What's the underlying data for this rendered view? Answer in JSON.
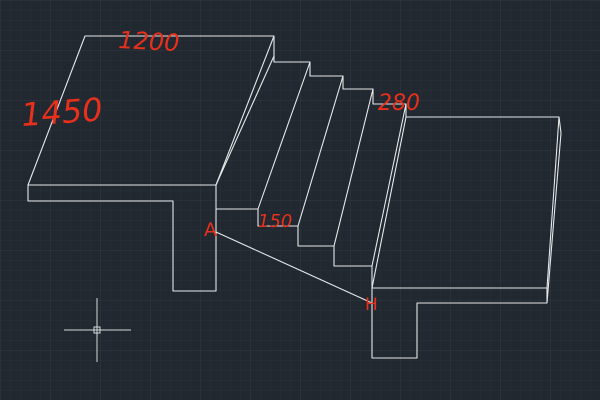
{
  "view": {
    "background": "#212830",
    "grid_minor": "#2a323b",
    "grid_major": "#323b46",
    "line_color": "#e6e8ea",
    "annotation_color": "#e8301c"
  },
  "annotations": {
    "top_width": "1200",
    "landing_depth": "1450",
    "tread_depth": "280",
    "riser_height": "150",
    "point_a": "A",
    "point_h": "H"
  },
  "crosshair": {
    "icon": "crosshair-cursor-icon"
  }
}
